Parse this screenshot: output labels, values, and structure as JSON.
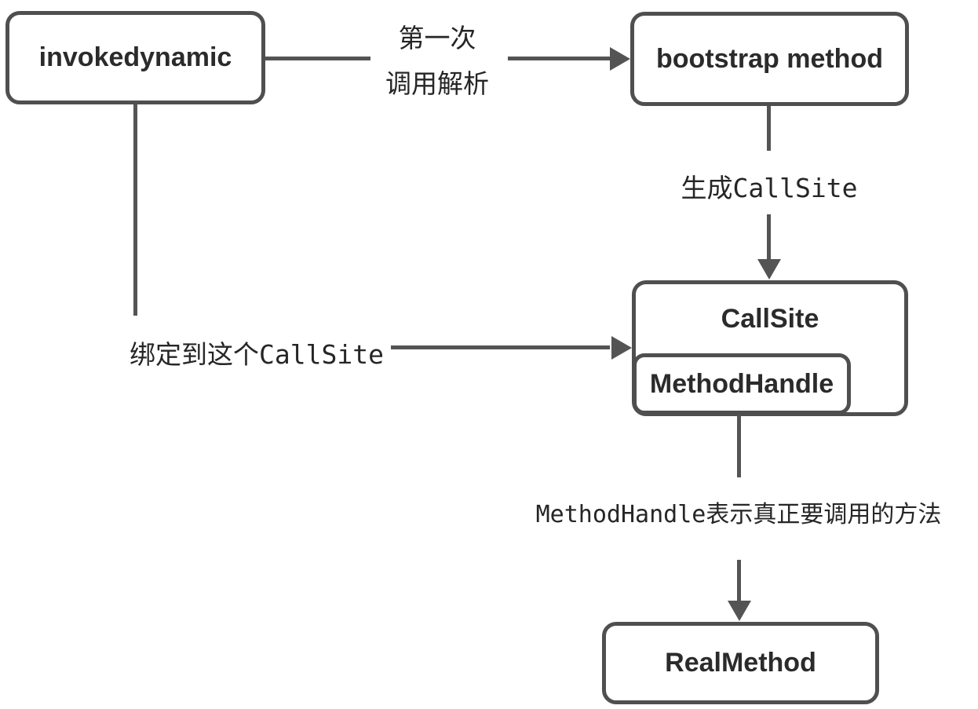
{
  "diagram": {
    "nodes": {
      "invokedynamic": {
        "label": "invokedynamic"
      },
      "bootstrap_method": {
        "label": "bootstrap method"
      },
      "callsite": {
        "label": "CallSite"
      },
      "methodhandle": {
        "label": "MethodHandle"
      },
      "realmethod": {
        "label": "RealMethod"
      }
    },
    "edge_labels": {
      "first_call_line1": "第一次",
      "first_call_line2": "调用解析",
      "generate_callsite": "生成CallSite",
      "bind_to_callsite": "绑定到这个CallSite",
      "methodhandle_note": "MethodHandle表示真正要调用的方法"
    },
    "colors": {
      "node_border": "#4f4f4f",
      "arrow": "#545454",
      "node_text": "#2b2b2b",
      "label_text": "#262626",
      "background": "#ffffff"
    }
  }
}
